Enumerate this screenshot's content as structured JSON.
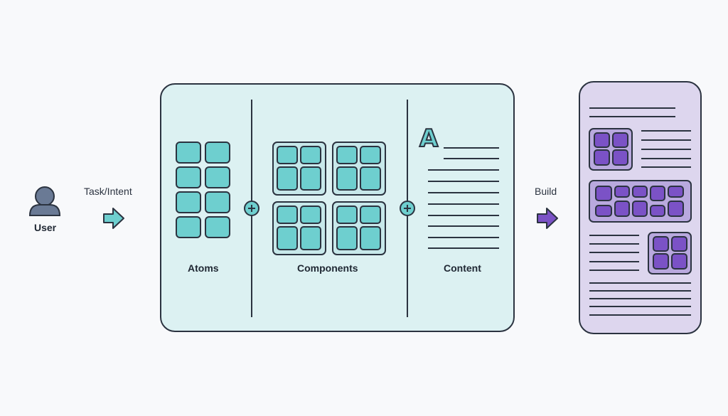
{
  "user": {
    "label": "User",
    "icon": "user-icon"
  },
  "task_intent": {
    "label": "Task/Intent",
    "icon": "arrow-right-icon"
  },
  "builder": {
    "atoms_label": "Atoms",
    "components_label": "Components",
    "content_label": "Content",
    "content_glyph": "A",
    "plus_icon": "plus-circle-icon"
  },
  "build": {
    "label": "Build",
    "icon": "arrow-right-icon"
  },
  "colors": {
    "teal_fill": "#6ecfcf",
    "teal_panel": "#dcf1f2",
    "teal_tile_bg": "#c7e8ea",
    "purple_fill": "#7b52c6",
    "purple_panel": "#ddd6ee",
    "purple_tile_bg": "#b9a9de",
    "stroke": "#2b3340",
    "user_fill": "#6a7a95"
  }
}
